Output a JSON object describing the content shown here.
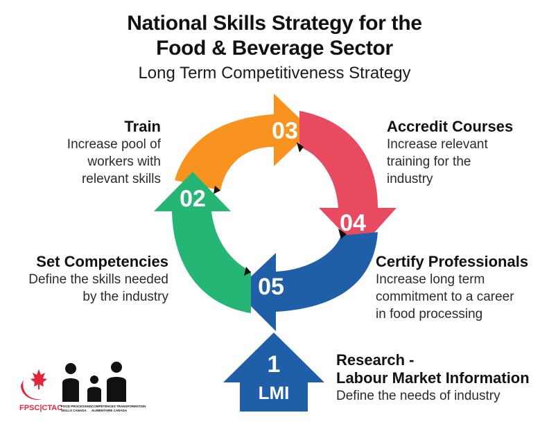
{
  "title_line1": "National Skills Strategy for the",
  "title_line2": "Food & Beverage Sector",
  "subtitle": "Long Term Competitiveness Strategy",
  "colors": {
    "orange": "#f7931e",
    "red": "#e84a5f",
    "blue": "#1f5fa8",
    "green": "#25b574",
    "logo_red": "#e0263a"
  },
  "steps": {
    "s02": {
      "number": "02",
      "heading": "Set Competencies",
      "description": "Define the skills needed\nby the industry"
    },
    "s03": {
      "number": "03",
      "heading": "Train",
      "description": "Increase pool of\nworkers with\nrelevant skills"
    },
    "s04": {
      "number": "04",
      "heading": "Accredit Courses",
      "description": "Increase relevant\ntraining for the\nindustry"
    },
    "s05": {
      "number": "05",
      "heading": "Certify Professionals",
      "description": "Increase long term\ncommitment to a career\nin food processing"
    },
    "s01": {
      "number": "1",
      "label": "LMI",
      "heading_line1": "Research -",
      "heading_line2": "Labour Market Information",
      "description": "Define the needs of industry"
    }
  },
  "logo": {
    "acronym": "FPSC|CTAC",
    "text_en_1": "FOOD PROCESSING",
    "text_en_2": "SKILLS CANADA",
    "text_fr_1": "COMPÉTENCES TRANSFORMATION",
    "text_fr_2": "ALIMENTAIRE CANADA"
  }
}
